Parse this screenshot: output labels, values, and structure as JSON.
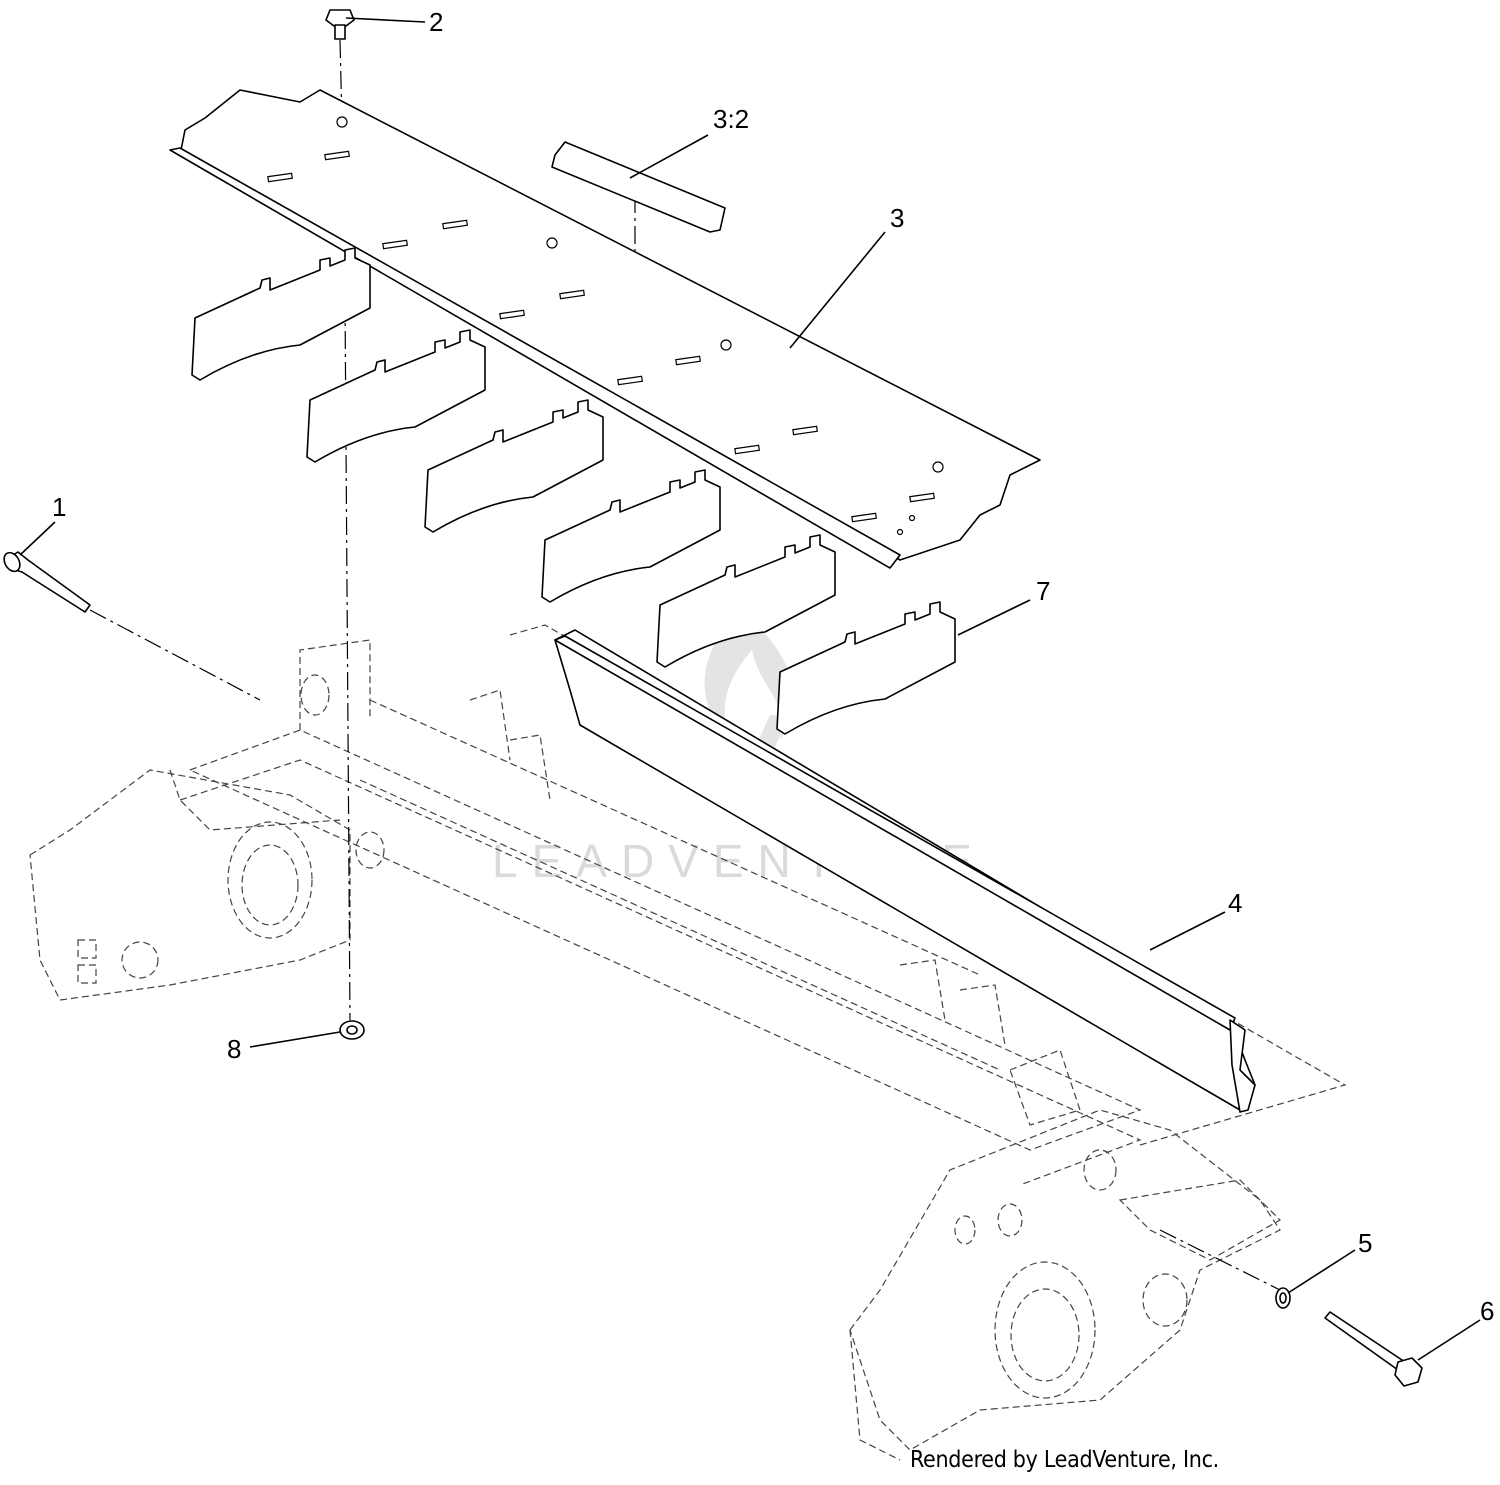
{
  "callouts": [
    {
      "id": "1",
      "label": "1"
    },
    {
      "id": "2",
      "label": "2"
    },
    {
      "id": "3_2",
      "label": "3:2"
    },
    {
      "id": "3",
      "label": "3"
    },
    {
      "id": "4",
      "label": "4"
    },
    {
      "id": "5",
      "label": "5"
    },
    {
      "id": "6",
      "label": "6"
    },
    {
      "id": "7",
      "label": "7"
    },
    {
      "id": "8",
      "label": "8"
    }
  ],
  "credit": "Rendered by LeadVenture, Inc.",
  "watermark": "LEADVENTURE"
}
